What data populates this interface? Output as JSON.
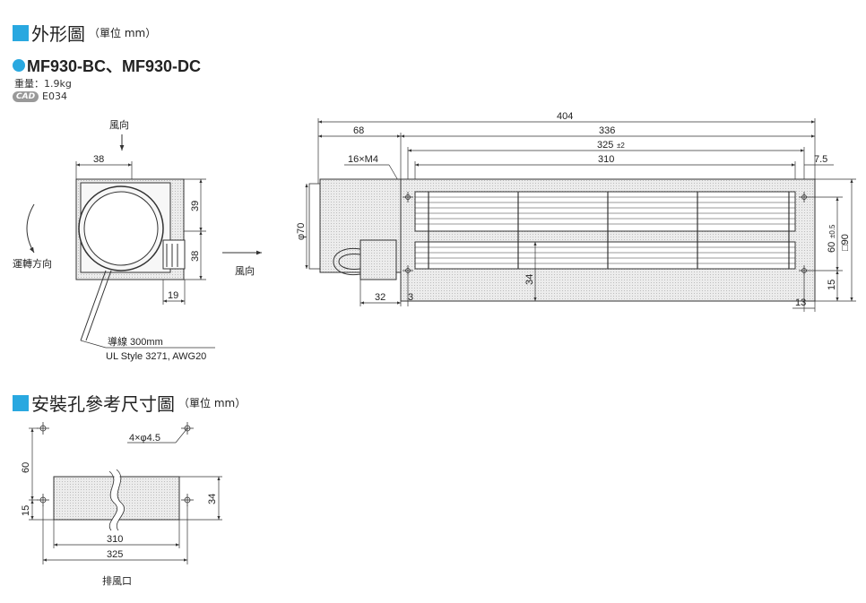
{
  "header1": {
    "title": "外形圖",
    "unit": "（單位 mm）"
  },
  "model": {
    "name": "MF930-BC、MF930-DC"
  },
  "weight": "重量：1.9kg",
  "cad": {
    "badge": "CAD",
    "code": "E034"
  },
  "side_view": {
    "wind_label": "風向",
    "rotation_label": "運轉方向",
    "dims": {
      "top": "38",
      "right_upper": "39",
      "right_lower": "38",
      "bottom": "19"
    },
    "lead_label": "導線  300mm",
    "lead_spec": "UL Style 3271, AWG20"
  },
  "front_view": {
    "wind_label": "風向",
    "dims": {
      "overall": "404",
      "left": "68",
      "body": "336",
      "hole_pitch": "325",
      "hole_pitch_tol": "±2",
      "blower": "310",
      "right_offset": "7.5",
      "screw": "16×M4",
      "dia": "φ70",
      "height_in": "60",
      "height_tol": "±0.5",
      "square": "□90",
      "hole_bottom": "15",
      "slot": "34",
      "conn": "32",
      "gap": "3",
      "edge": "13"
    }
  },
  "header2": {
    "title": "安裝孔參考尺寸圖",
    "unit": "（單位 mm）"
  },
  "mount": {
    "holes": "4×φ4.5",
    "dims": {
      "v60": "60",
      "v15": "15",
      "h34": "34",
      "w310": "310",
      "w325": "325"
    },
    "exhaust": "排風口"
  }
}
